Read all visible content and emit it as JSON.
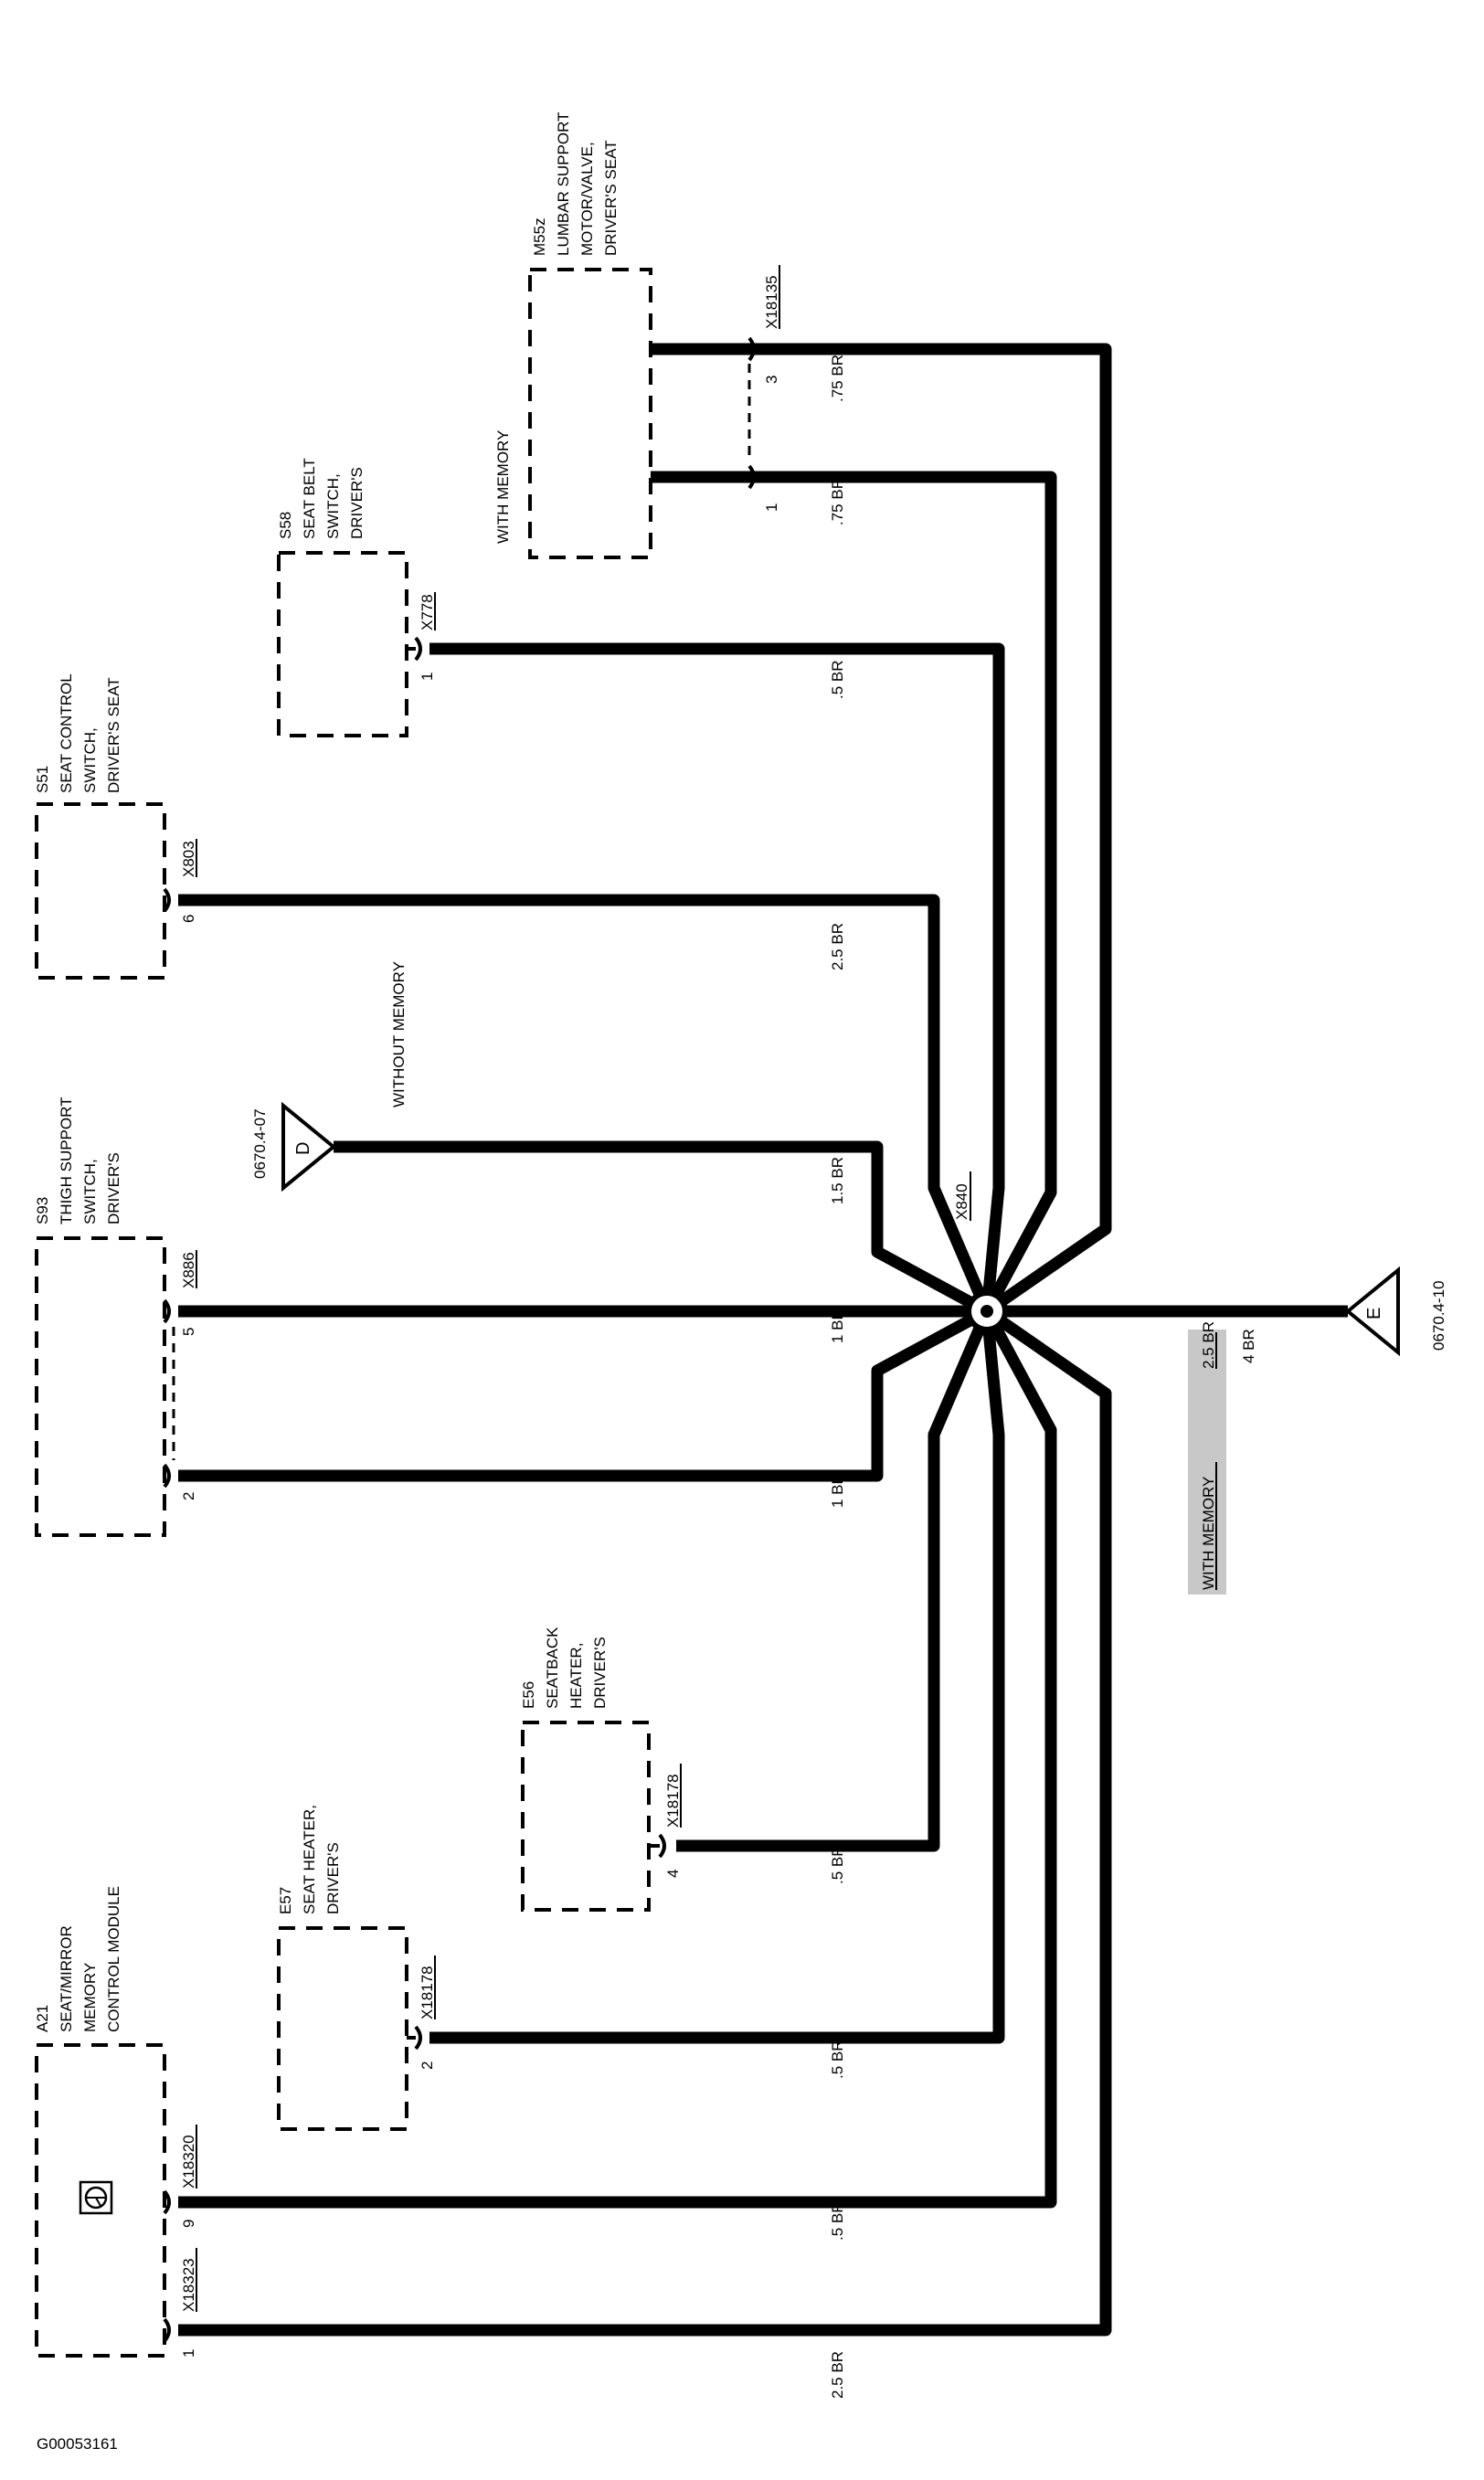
{
  "figure_id": "G00053161",
  "splice": "X840",
  "components": {
    "m55z": {
      "code": "M55z",
      "lines": [
        "LUMBAR SUPPORT",
        "MOTOR/VALVE,",
        "DRIVER'S SEAT"
      ],
      "note": "WITH MEMORY"
    },
    "s58": {
      "code": "S58",
      "lines": [
        "SEAT BELT",
        "SWITCH,",
        "DRIVER'S"
      ]
    },
    "s51": {
      "code": "S51",
      "lines": [
        "SEAT CONTROL",
        "SWITCH,",
        "DRIVER'S SEAT"
      ]
    },
    "s93": {
      "code": "S93",
      "lines": [
        "THIGH SUPPORT",
        "SWITCH,",
        "DRIVER'S"
      ]
    },
    "e56": {
      "code": "E56",
      "lines": [
        "SEATBACK",
        "HEATER,",
        "DRIVER'S"
      ]
    },
    "e57": {
      "code": "E57",
      "lines": [
        "SEAT HEATER,",
        "DRIVER'S"
      ]
    },
    "a21": {
      "code": "A21",
      "lines": [
        "SEAT/MIRROR",
        "MEMORY",
        "CONTROL MODULE"
      ]
    }
  },
  "connectors": [
    {
      "name": "X18135",
      "pin": "3",
      "wire": ".75 BR"
    },
    {
      "name": "",
      "pin": "1",
      "wire": ".75 BR"
    },
    {
      "name": "X778",
      "pin": "1",
      "wire": ".5 BR"
    },
    {
      "name": "X803",
      "pin": "6",
      "wire": "2.5 BR"
    },
    {
      "name": "X886",
      "pin": "5",
      "wire": "1 BR"
    },
    {
      "name": "",
      "pin": "2",
      "wire": "1 BR"
    },
    {
      "name": "X18178",
      "pin": "4",
      "wire": ".5 BR"
    },
    {
      "name": "X18178",
      "pin": "2",
      "wire": ".5 BR"
    },
    {
      "name": "X18320",
      "pin": "9",
      "wire": ".5 BR"
    },
    {
      "name": "X18323",
      "pin": "1",
      "wire": "2.5 BR"
    }
  ],
  "refs": {
    "d": {
      "letter": "D",
      "page": "0670.4-07",
      "note": "WITHOUT MEMORY",
      "wire": "1.5 BR"
    },
    "e": {
      "letter": "E",
      "page": "0670.4-10",
      "note": "WITH MEMORY",
      "wire_memory": "2.5 BR",
      "wire": "4 BR"
    }
  },
  "colors": {
    "ink": "#000000",
    "background": "#ffffff",
    "highlight": "#c8c8c8"
  }
}
